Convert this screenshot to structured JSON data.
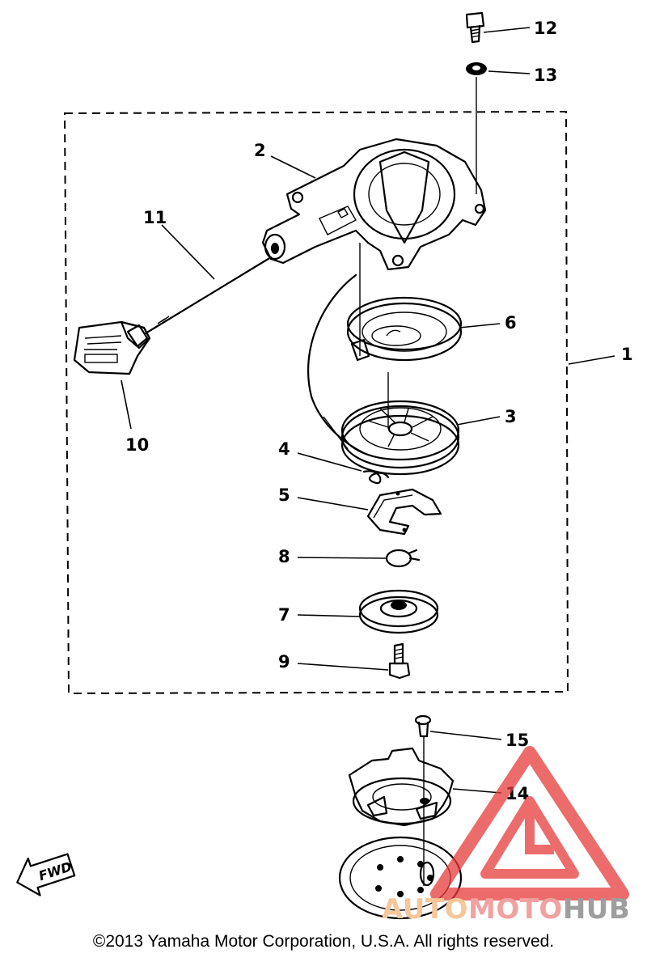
{
  "callouts": {
    "c1": "1",
    "c2": "2",
    "c3": "3",
    "c4": "4",
    "c5": "5",
    "c6": "6",
    "c7": "7",
    "c8": "8",
    "c9": "9",
    "c10": "10",
    "c11": "11",
    "c12": "12",
    "c13": "13",
    "c14": "14",
    "c15": "15"
  },
  "fwd_label": "FWD",
  "copyright": "©2013 Yamaha Motor Corporation, U.S.A. All rights reserved.",
  "watermark": {
    "part1": "AUTO",
    "part2": "MOTO",
    "part3": "HUB",
    "colors": {
      "triangle": "#e63b3b",
      "auto": "#f7c79a",
      "moto": "#f2a1a1",
      "hub": "#9e9e9e"
    }
  }
}
